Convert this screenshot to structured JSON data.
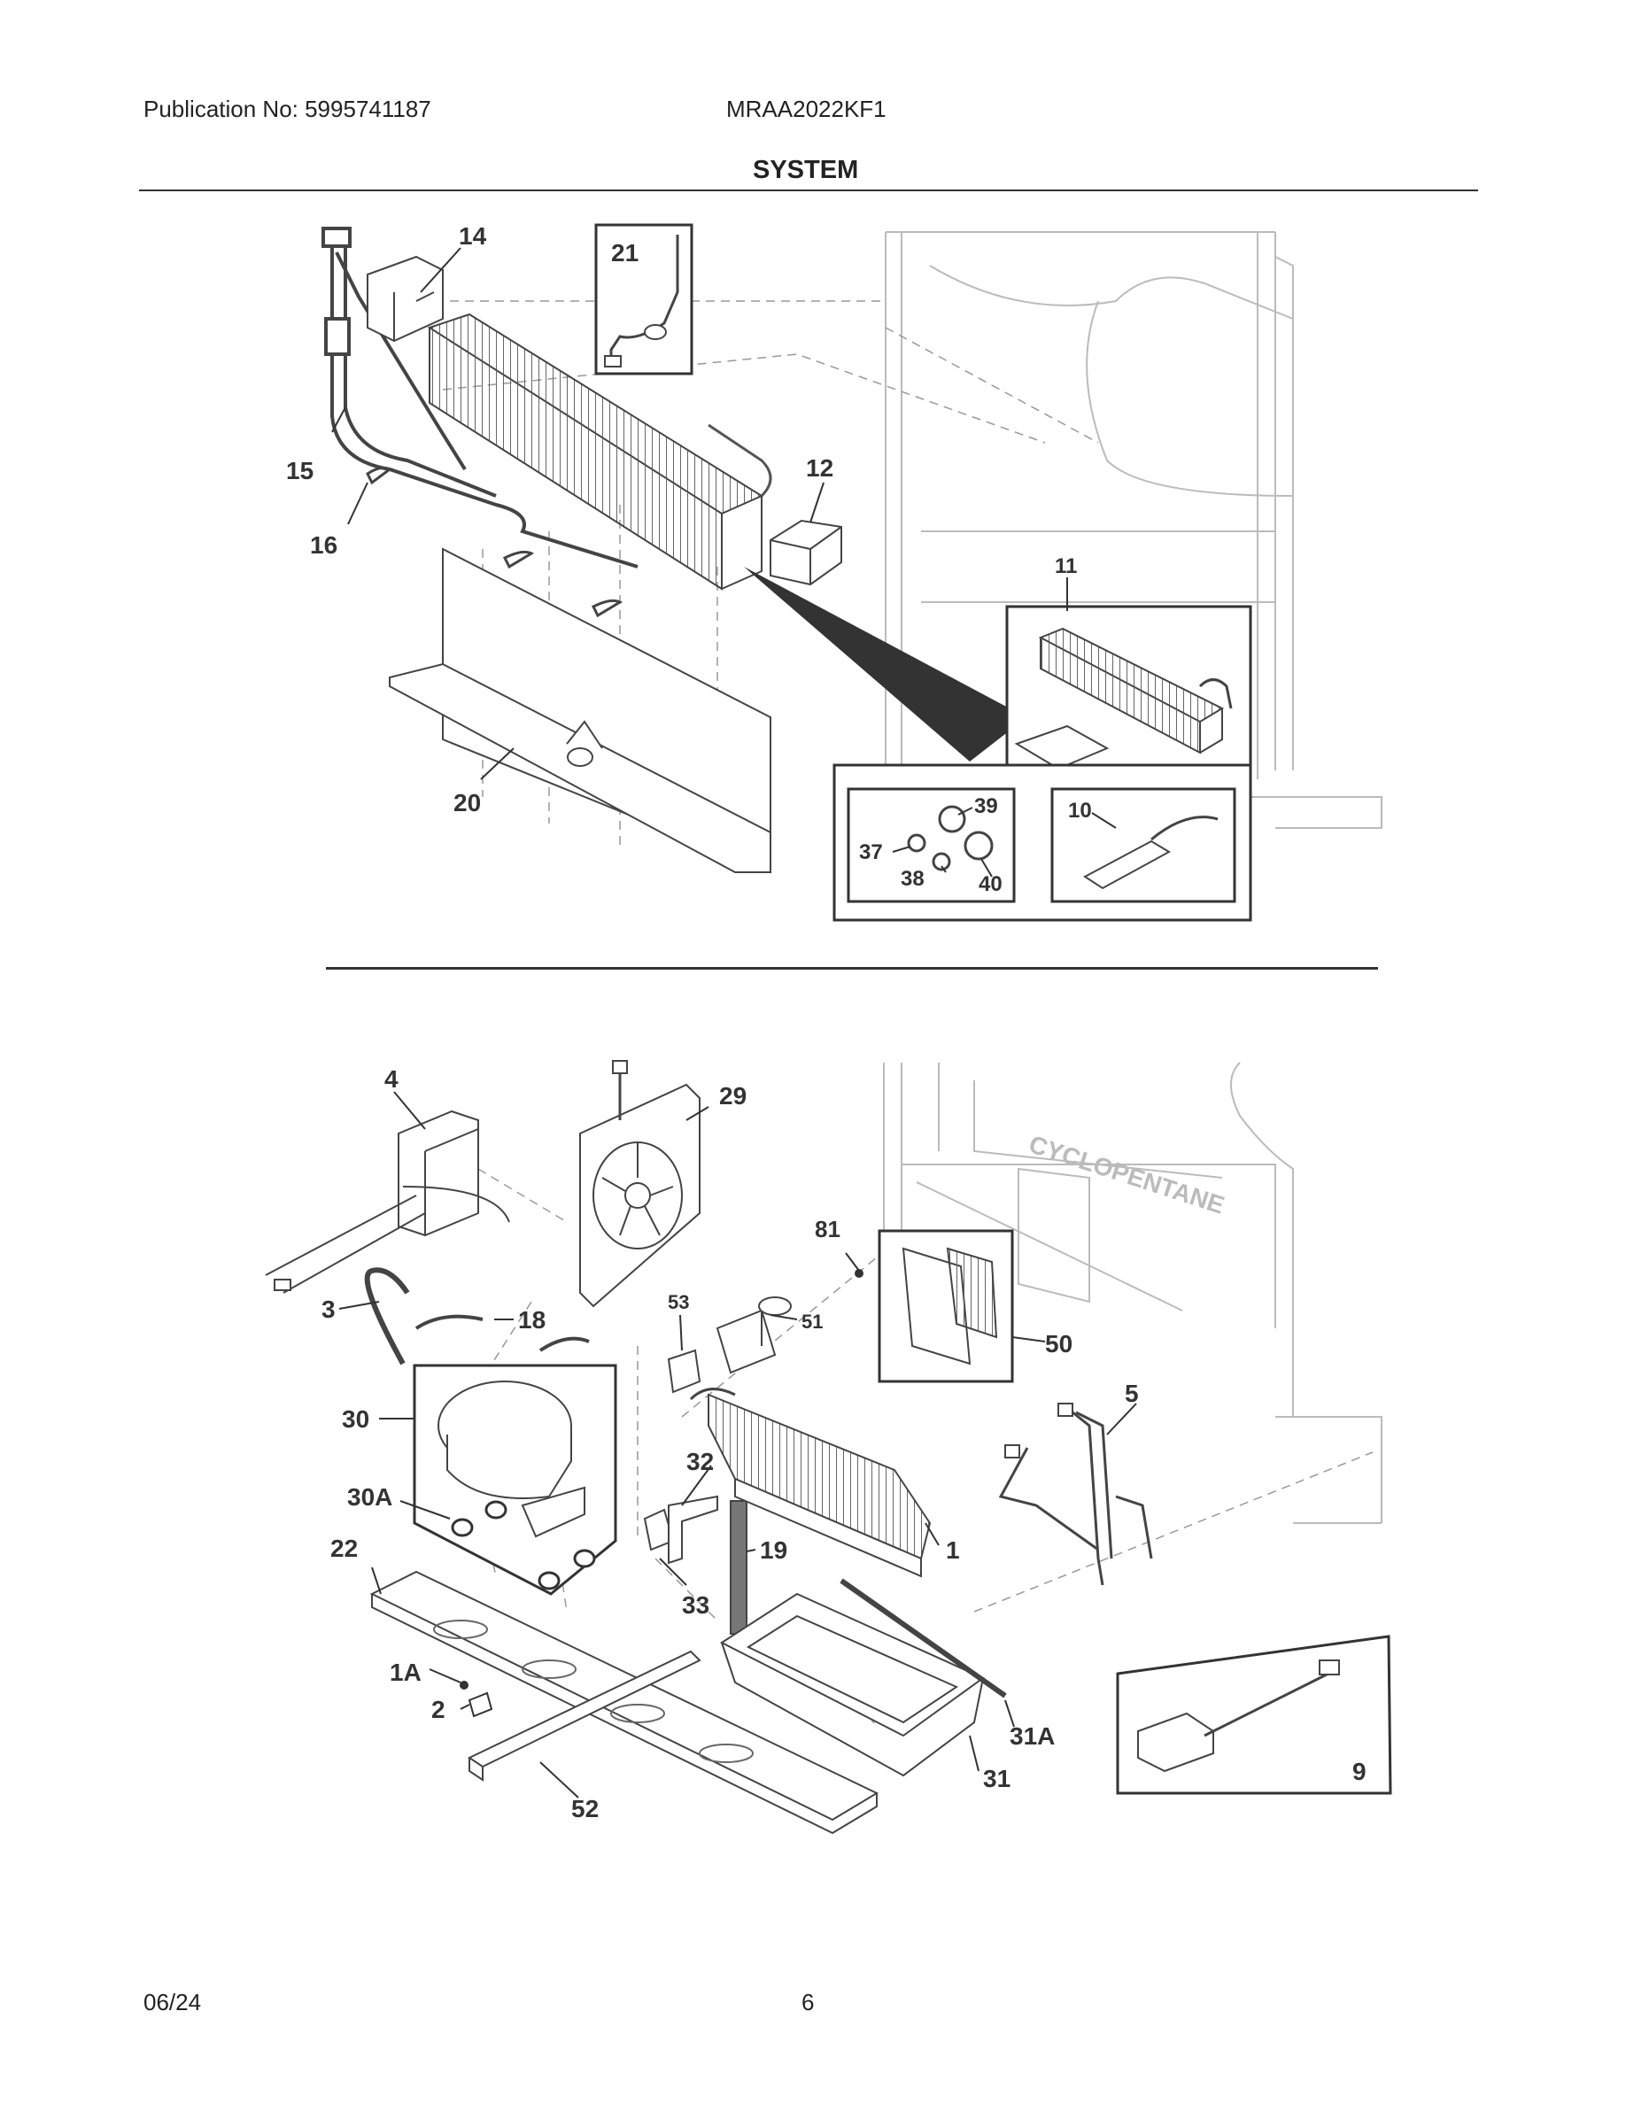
{
  "header": {
    "publication": "Publication No: 5995741187",
    "model": "MRAA2022KF1",
    "section_title": "SYSTEM"
  },
  "footer": {
    "date": "06/24",
    "page": "6"
  },
  "callouts": {
    "c14": "14",
    "c21": "21",
    "c15": "15",
    "c16": "16",
    "c12": "12",
    "c11": "11",
    "c20": "20",
    "c39": "39",
    "c37": "37",
    "c38": "38",
    "c40": "40",
    "c10": "10",
    "c4": "4",
    "c29": "29",
    "c81": "81",
    "c3": "3",
    "c18": "18",
    "c53": "53",
    "c51": "51",
    "c50": "50",
    "c5": "5",
    "c30": "30",
    "c32": "32",
    "c30A": "30A",
    "c19": "19",
    "c1": "1",
    "c22": "22",
    "c33": "33",
    "c1A": "1A",
    "c2": "2",
    "c31A": "31A",
    "c9": "9",
    "c31": "31",
    "c52": "52"
  },
  "cabinet_text": "CYCLOPENTANE"
}
